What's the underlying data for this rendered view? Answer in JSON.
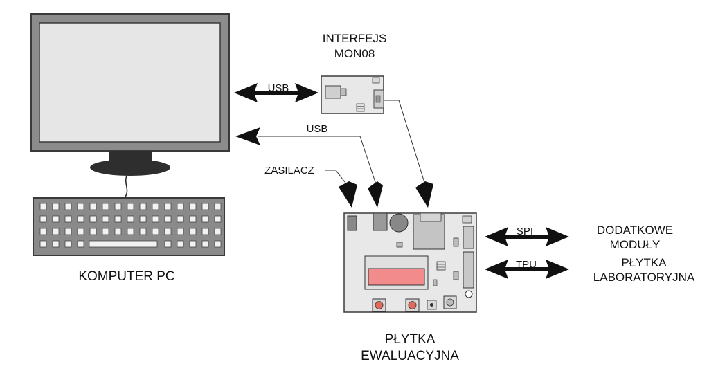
{
  "labels": {
    "interface_line1": "INTERFEJS",
    "interface_line2": "MON08",
    "usb_top": "USB",
    "usb_mid": "USB",
    "power": "ZASILACZ",
    "computer": "KOMPUTER PC",
    "board_line1": "PŁYTKA",
    "board_line2": "EWALUACYJNA",
    "spi": "SPI",
    "tpu": "TPU",
    "modules_line1": "DODATKOWE",
    "modules_line2": "MODUŁY",
    "lab_line1": "PŁYTKA",
    "lab_line2": "LABORATORYJNA"
  },
  "colors": {
    "outline": "#3a3a3a",
    "monitor_frame": "#8c8c8c",
    "screen": "#e6e6e6",
    "stand": "#2e2e2e",
    "keyboard": "#8a8a8a",
    "board": "#e8e8e8",
    "lcd": "#f28b8b",
    "buttons": "#e06a5a",
    "arrow": "#111111"
  },
  "icons": {
    "monitor": "monitor-icon",
    "keyboard": "keyboard-icon",
    "interface": "mon08-interface-icon",
    "board": "evaluation-board-icon"
  }
}
